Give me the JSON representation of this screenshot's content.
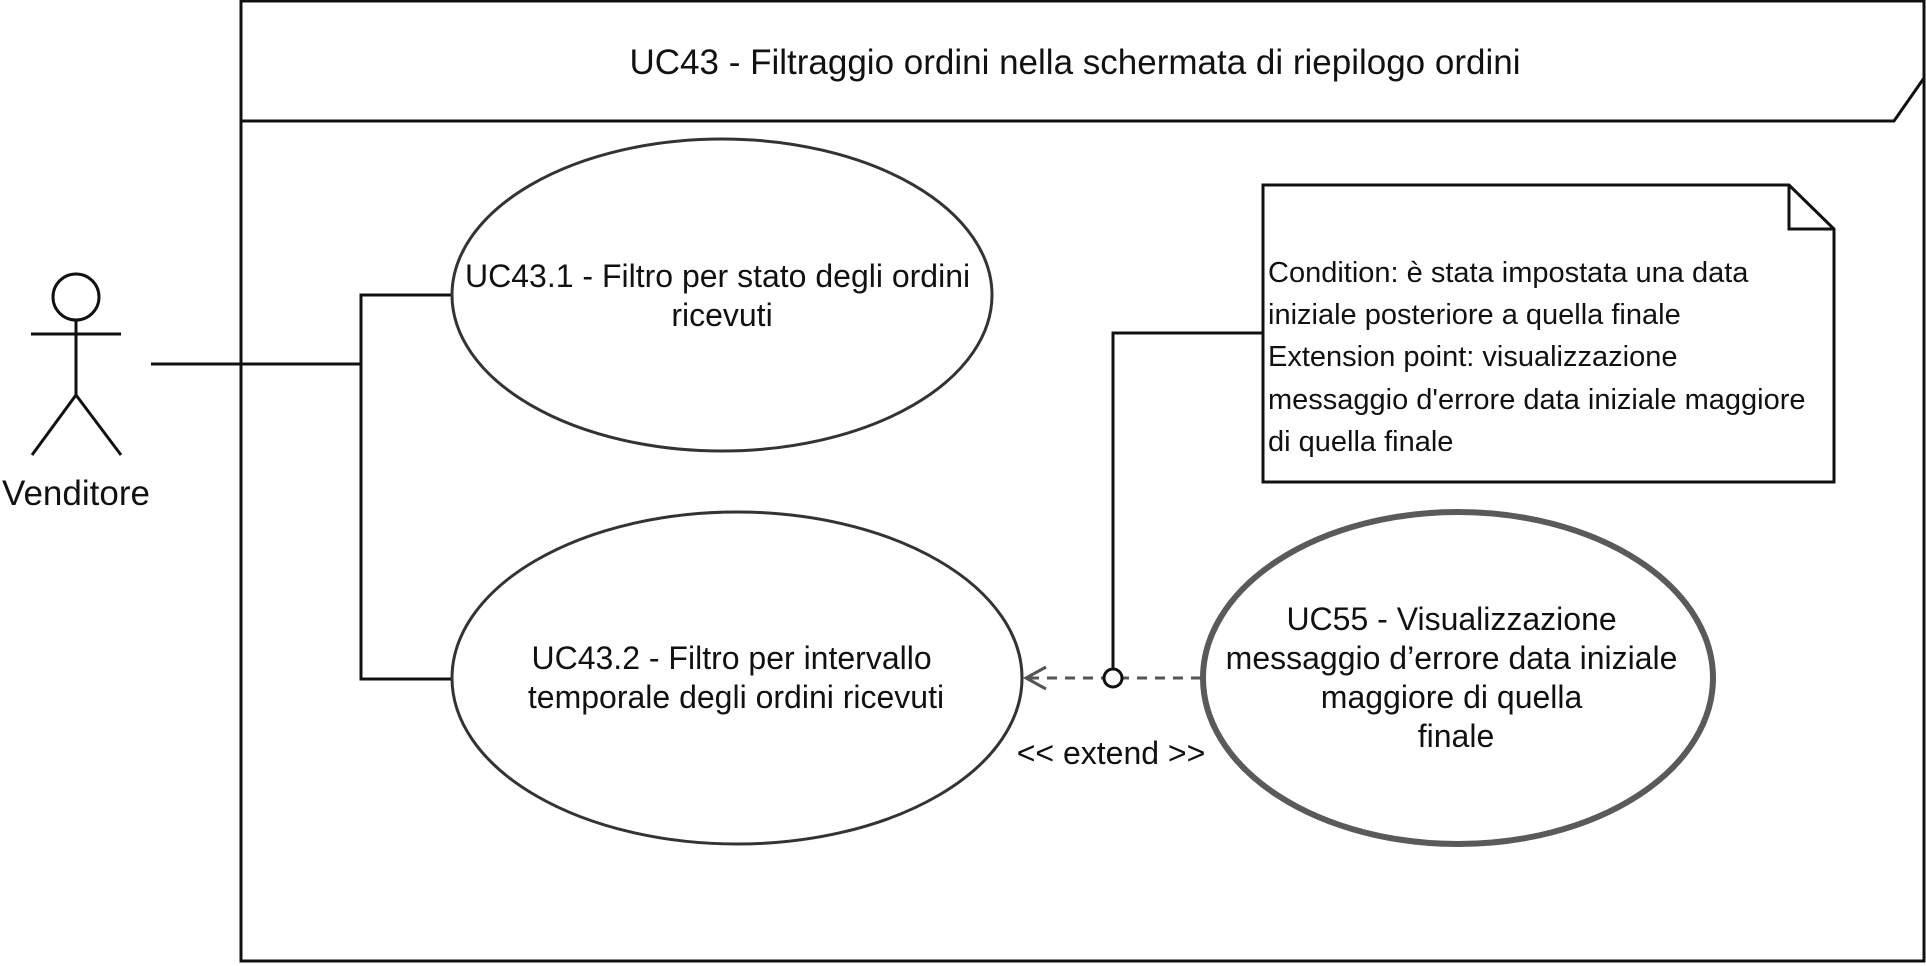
{
  "frame": {
    "title": "UC43 - Filtraggio ordini nella schermata di riepilogo ordini"
  },
  "actor": {
    "label": "Venditore"
  },
  "use_cases": [
    {
      "id": "uc43_1",
      "lines": [
        "UC43.1 - Filtro per stato degli ordini",
        "ricevuti"
      ]
    },
    {
      "id": "uc43_2",
      "lines": [
        "UC43.2 - Filtro per intervallo",
        "temporale degli ordini ricevuti"
      ]
    },
    {
      "id": "uc55",
      "lines": [
        "UC55 - Visualizzazione",
        "messaggio d’errore data iniziale",
        "maggiore di quella",
        "finale"
      ]
    }
  ],
  "note": {
    "lines": [
      "Condition: è stata impostata una data",
      "iniziale posteriore a quella finale",
      "Extension point: visualizzazione",
      "messaggio d'errore data iniziale maggiore",
      "di quella finale"
    ]
  },
  "relations": {
    "extend_label": "<< extend >>"
  },
  "colors": {
    "stroke": "#111111",
    "ellipse_stroke": "#333333",
    "uc55_stroke": "#5a5a5a",
    "dashed": "#555555"
  }
}
